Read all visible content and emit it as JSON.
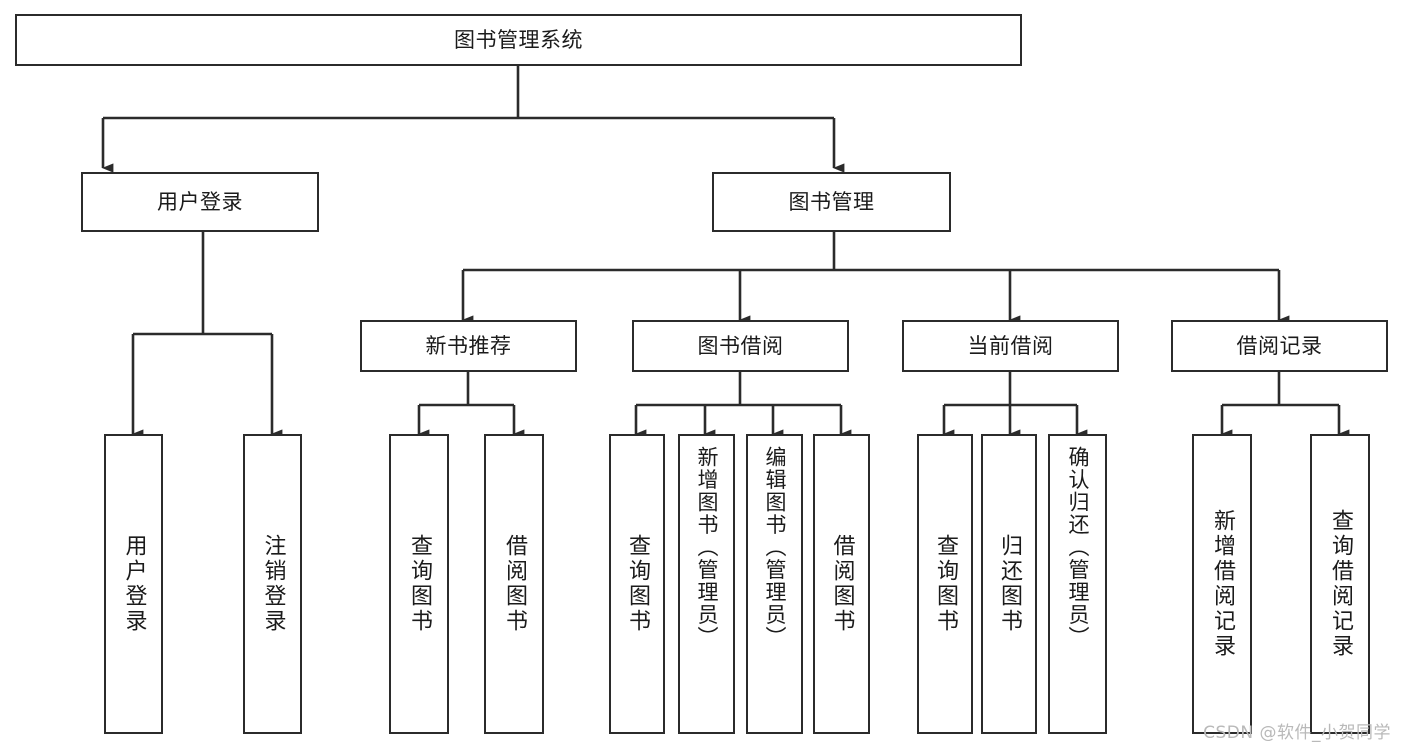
{
  "diagram": {
    "type": "tree-hierarchy",
    "title": "图书管理系统",
    "orientation": "top-down",
    "edge_style": "orthogonal-arrow",
    "colors": {
      "box_border": "#2b2b2b",
      "box_fill": "#ffffff",
      "line": "#2b2b2b",
      "text": "#1b1b1b",
      "watermark": "#b9b9b9",
      "canvas": "#ffffff"
    },
    "nodes": {
      "root": {
        "label": "图书管理系统",
        "level": 0
      },
      "user_login": {
        "label": "用户登录",
        "level": 1
      },
      "book_manage": {
        "label": "图书管理",
        "level": 1
      },
      "new_book_rec": {
        "label": "新书推荐",
        "level": 2
      },
      "book_borrow": {
        "label": "图书借阅",
        "level": 2
      },
      "current_borrow": {
        "label": "当前借阅",
        "level": 2
      },
      "borrow_record": {
        "label": "借阅记录",
        "level": 2
      },
      "leaf_user_login": {
        "label": "用户登录",
        "level": 3
      },
      "leaf_logout": {
        "label": "注销登录",
        "level": 3
      },
      "leaf_query_book_1": {
        "label": "查询图书",
        "level": 3
      },
      "leaf_borrow_book_1": {
        "label": "借阅图书",
        "level": 3
      },
      "leaf_query_book_2": {
        "label": "查询图书",
        "level": 3
      },
      "leaf_add_book": {
        "label": "新增图书（管理员）",
        "level": 3
      },
      "leaf_edit_book": {
        "label": "编辑图书（管理员）",
        "level": 3
      },
      "leaf_borrow_book_2": {
        "label": "借阅图书",
        "level": 3
      },
      "leaf_query_book_3": {
        "label": "查询图书",
        "level": 3
      },
      "leaf_return_book": {
        "label": "归还图书",
        "level": 3
      },
      "leaf_confirm_return": {
        "label": "确认归还（管理员）",
        "level": 3
      },
      "leaf_add_record": {
        "label": "新增借阅记录",
        "level": 3
      },
      "leaf_query_record": {
        "label": "查询借阅记录",
        "level": 3
      }
    },
    "edges": [
      {
        "from": "root",
        "to": "user_login"
      },
      {
        "from": "root",
        "to": "book_manage"
      },
      {
        "from": "user_login",
        "to": "leaf_user_login"
      },
      {
        "from": "user_login",
        "to": "leaf_logout"
      },
      {
        "from": "book_manage",
        "to": "new_book_rec"
      },
      {
        "from": "book_manage",
        "to": "book_borrow"
      },
      {
        "from": "book_manage",
        "to": "current_borrow"
      },
      {
        "from": "book_manage",
        "to": "borrow_record"
      },
      {
        "from": "new_book_rec",
        "to": "leaf_query_book_1"
      },
      {
        "from": "new_book_rec",
        "to": "leaf_borrow_book_1"
      },
      {
        "from": "book_borrow",
        "to": "leaf_query_book_2"
      },
      {
        "from": "book_borrow",
        "to": "leaf_add_book"
      },
      {
        "from": "book_borrow",
        "to": "leaf_edit_book"
      },
      {
        "from": "book_borrow",
        "to": "leaf_borrow_book_2"
      },
      {
        "from": "current_borrow",
        "to": "leaf_query_book_3"
      },
      {
        "from": "current_borrow",
        "to": "leaf_return_book"
      },
      {
        "from": "current_borrow",
        "to": "leaf_confirm_return"
      },
      {
        "from": "borrow_record",
        "to": "leaf_add_record"
      },
      {
        "from": "borrow_record",
        "to": "leaf_query_record"
      }
    ]
  },
  "watermark": {
    "text": "CSDN @软件_小贺同学"
  }
}
